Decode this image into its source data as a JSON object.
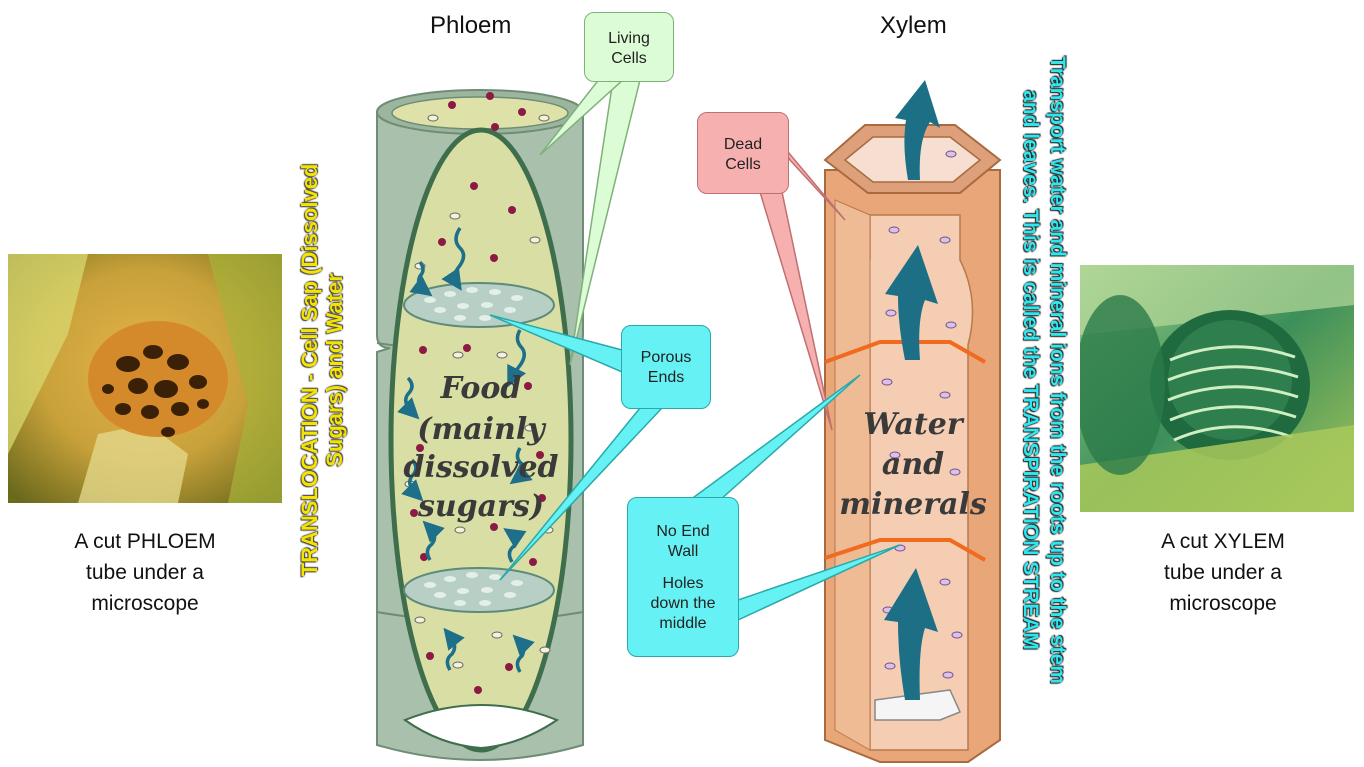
{
  "phloem": {
    "title": "Phloem",
    "tube_text": [
      "Food",
      "(mainly",
      "dissolved",
      "sugars)"
    ],
    "side_text_line1": "TRANSLOCATION - Cell Sap (Dissolved",
    "side_text_line2": "Sugars) and Water",
    "caption_lines": [
      "A cut PHLOEM",
      "tube under a",
      "microscope"
    ]
  },
  "xylem": {
    "title": "Xylem",
    "tube_text": [
      "Water",
      "and",
      "minerals"
    ],
    "side_text_line1": "Transport water and mineral ions from the roots up to the stem",
    "side_text_line2": "and leaves. This is called the TRANSPIRATION STREAM",
    "caption_lines": [
      "A cut XYLEM",
      "tube under a",
      "microscope"
    ]
  },
  "callouts": {
    "living_cells": [
      "Living",
      "Cells"
    ],
    "porous_ends": [
      "Porous",
      "Ends"
    ],
    "dead_cells": [
      "Dead",
      "Cells"
    ],
    "no_end_wall": [
      "No End",
      "Wall"
    ],
    "holes": [
      "Holes",
      "down the",
      "middle"
    ]
  },
  "colors": {
    "phloem_tube": "#a9c0ac",
    "phloem_inner": "#d9dfa4",
    "xylem_tube": "#e8a679",
    "callout_green": "#dcfcd6",
    "callout_cyan": "#66f2f4",
    "callout_pink": "#f7b0b0"
  }
}
